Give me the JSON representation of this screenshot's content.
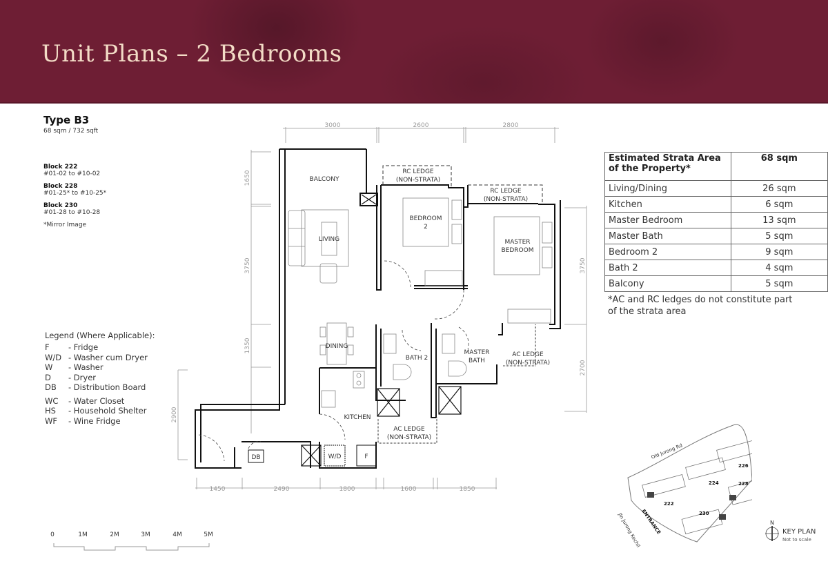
{
  "header": {
    "title": "Unit Plans – 2 Bedrooms",
    "background_color": "#6e1e34",
    "title_color": "#f3dcc6"
  },
  "unit": {
    "type": "Type B3",
    "area": "68 sqm / 732 sqft",
    "blocks": [
      {
        "name": "Block 222",
        "range": "#01-02 to #10-02"
      },
      {
        "name": "Block 228",
        "range": "#01-25* to #10-25*"
      },
      {
        "name": "Block 230",
        "range": "#01-28 to #10-28"
      }
    ],
    "mirror_note": "*Mirror Image"
  },
  "legend": {
    "title": "Legend (Where Applicable):",
    "group1": [
      {
        "abbr": "F",
        "desc": "- Fridge"
      },
      {
        "abbr": "W/D",
        "desc": "- Washer cum Dryer"
      },
      {
        "abbr": "W",
        "desc": "- Washer"
      },
      {
        "abbr": "D",
        "desc": "- Dryer"
      },
      {
        "abbr": "DB",
        "desc": "- Distribution Board"
      }
    ],
    "group2": [
      {
        "abbr": "WC",
        "desc": "- Water Closet"
      },
      {
        "abbr": "HS",
        "desc": "- Household Shelter"
      },
      {
        "abbr": "WF",
        "desc": "- Wine Fridge"
      }
    ]
  },
  "scale_bar": {
    "labels": [
      "0",
      "1M",
      "2M",
      "3M",
      "4M",
      "5M"
    ]
  },
  "area_table": {
    "header": {
      "label": "Estimated Strata Area of the Property*",
      "value": "68 sqm"
    },
    "rows": [
      {
        "label": "Living/Dining",
        "value": "26 sqm"
      },
      {
        "label": "Kitchen",
        "value": "6 sqm"
      },
      {
        "label": "Master Bedroom",
        "value": "13 sqm"
      },
      {
        "label": "Master Bath",
        "value": "5 sqm"
      },
      {
        "label": "Bedroom 2",
        "value": "9 sqm"
      },
      {
        "label": "Bath 2",
        "value": "4 sqm"
      },
      {
        "label": "Balcony",
        "value": "5 sqm"
      }
    ],
    "note": "*AC and RC ledges do not constitute part of the strata area"
  },
  "floor_plan": {
    "dimensions": {
      "top": [
        "3000",
        "2600",
        "2800"
      ],
      "bottom": [
        "1450",
        "2490",
        "1800",
        "1600",
        "1850"
      ],
      "left": [
        "1650",
        "3750",
        "1350"
      ],
      "left_lower": "2900",
      "right": [
        "3750",
        "2700"
      ]
    },
    "rooms": {
      "balcony": "BALCONY",
      "living": "LIVING",
      "dining": "DINING",
      "kitchen": "KITCHEN",
      "bedroom2_line1": "BEDROOM",
      "bedroom2_line2": "2",
      "master_bedroom_line1": "MASTER",
      "master_bedroom_line2": "BEDROOM",
      "bath2": "BATH 2",
      "master_bath_line1": "MASTER",
      "master_bath_line2": "BATH",
      "rc_ledge": "RC LEDGE",
      "ac_ledge": "AC LEDGE",
      "non_strata": "(NON-STRATA)"
    },
    "fixtures": {
      "db": "DB",
      "wd": "W/D",
      "fridge": "F"
    }
  },
  "key_plan": {
    "title": "KEY PLAN",
    "subtitle": "Not to scale",
    "north": "N",
    "roads": [
      "Old Jurong Rd",
      "Jln Jurong Kechil"
    ],
    "entrance": "ENTRANCE",
    "blocks": [
      "222",
      "224",
      "226",
      "228",
      "230"
    ]
  }
}
